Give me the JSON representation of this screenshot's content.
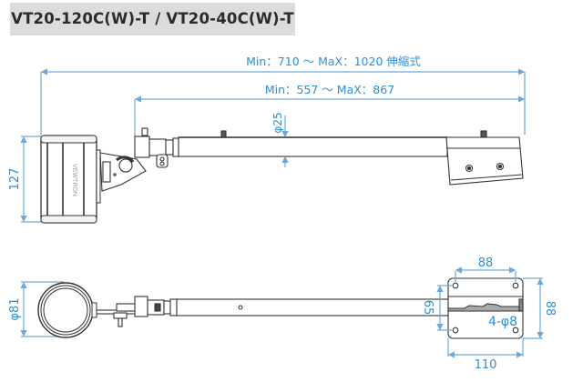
{
  "title": "VT20-120C(W)-T / VT20-40C(W)-T",
  "colors": {
    "dimension": "#2f8fd0",
    "dimension_line": "#6fa8d6",
    "outline": "#333333",
    "title_bg": "#dcdcdc"
  },
  "side_view": {
    "overall_length_label": "Min：710 ～ MaX：1020 伸縮式",
    "arm_length_label": "Min：557 ～ MaX：867",
    "pipe_diameter_label": "φ25",
    "head_height_label": "127",
    "brand_label": "VEWTRON"
  },
  "top_view": {
    "head_diameter_label": "φ81",
    "plate_hole_spacing_x_label": "88",
    "plate_height_label": "88",
    "plate_hole_spacing_y_label": "65",
    "plate_holes_label": "4-φ8",
    "plate_width_label": "110"
  }
}
